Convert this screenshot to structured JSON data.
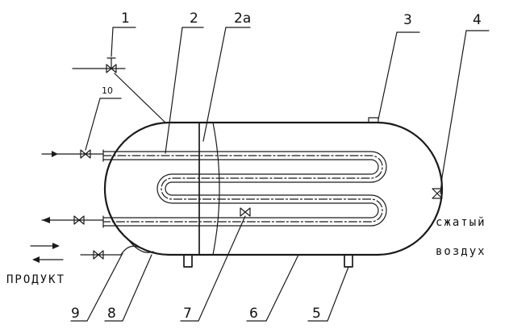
{
  "callouts": {
    "c1": "1",
    "c2": "2",
    "c2a": "2а",
    "c3": "3",
    "c4": "4",
    "c5": "5",
    "c6": "6",
    "c7": "7",
    "c8": "8",
    "c9": "9",
    "c10": "10"
  },
  "texts": {
    "air_line1": "сжатый",
    "air_line2": "воздух",
    "product": "ПРОДУКТ"
  },
  "colors": {
    "line": "#1a1a1a",
    "background": "#ffffff"
  }
}
